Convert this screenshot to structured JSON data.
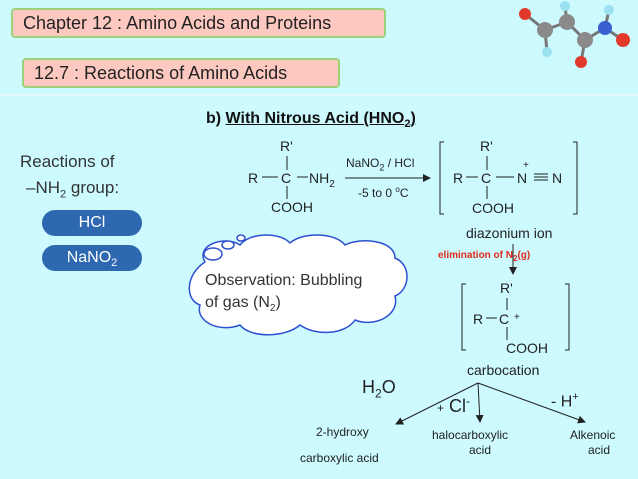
{
  "header": {
    "chapter_title": "Chapter 12 : Amino Acids and Proteins",
    "section_title": "12.7 : Reactions of Amino Acids"
  },
  "sidebar": {
    "line1": "Reactions of",
    "line2_main": "–NH",
    "line2_sub": "2",
    "line2_rest": " group:",
    "pill_hcl": "HCl",
    "pill_nano_main": "NaNO",
    "pill_nano_sub": "2"
  },
  "heading": {
    "prefix": "b) ",
    "text": "With Nitrous Acid (HNO",
    "sub": "2",
    "close": ")"
  },
  "reaction": {
    "r_prime": "R'",
    "r": "R",
    "c": "C",
    "nh": "NH",
    "nh_sub": "2",
    "cooh": "COOH",
    "reagent_top": "NaNO",
    "reagent_top_sub": "2",
    "reagent_top_rest": " / HCl",
    "reagent_bottom": "-5 to 0 ",
    "reagent_bottom_deg": "o",
    "reagent_bottom_unit": "C",
    "n_plus_n": "N",
    "n_end": "N",
    "plus": "+",
    "diazonium_label": "diazonium ion",
    "elimination": "elimination of N",
    "elimination_sub": "2",
    "elimination_rest": "(g)",
    "carbocation_label": "carbocation",
    "h2o": "H",
    "h2o_sub": "2",
    "h2o_rest": "O",
    "cl_plus": "+",
    "cl": "Cl",
    "cl_minus": "-",
    "h_minus": "- H",
    "h_plus": "+",
    "product1_line1": "2-hydroxy",
    "product1_line2": "carboxylic acid",
    "product2_line1": "halocarboxylic",
    "product2_line2": "acid",
    "product3_line1": "Alkenoic",
    "product3_line2": "acid"
  },
  "observation": {
    "line1": "Observation: Bubbling",
    "line2_main": "of gas (N",
    "line2_sub": "2",
    "line2_rest": ")"
  },
  "colors": {
    "background": "#ccfaff",
    "title_fill": "#fdc8c0",
    "title_border": "#9bd27a",
    "pill": "#2d68b0",
    "elimination": "#e02a1a"
  }
}
